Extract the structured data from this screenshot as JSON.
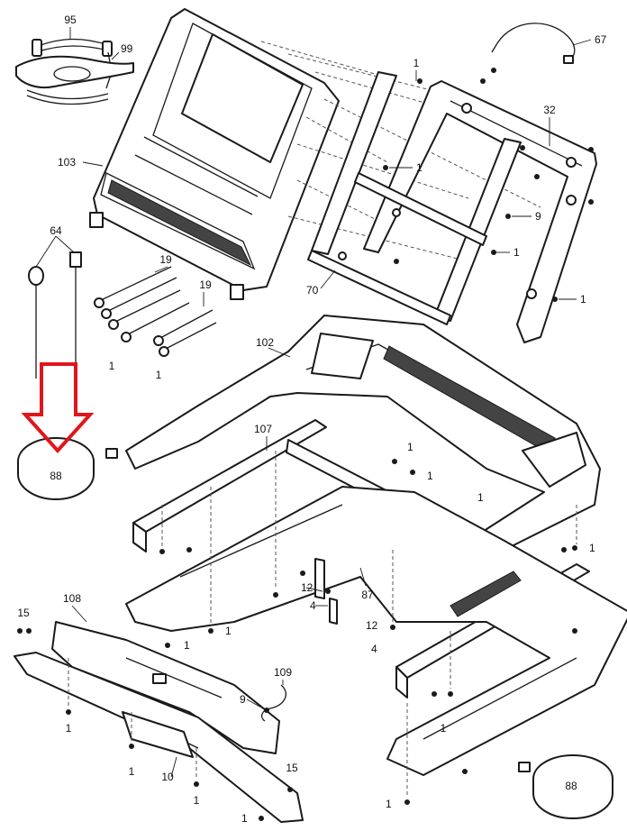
{
  "diagram": {
    "labels": {
      "p95": "95",
      "p99": "99",
      "p67": "67",
      "p1_top": "1",
      "p32": "32",
      "p103": "103",
      "p1_mid": "1",
      "p9_top": "9",
      "p1_r1": "1",
      "p1_r2": "1",
      "p64": "64",
      "p19_a": "19",
      "p19_b": "19",
      "p70": "70",
      "p1_l1": "1",
      "p1_l2": "1",
      "p102": "102",
      "p88_left": "88",
      "p107": "107",
      "p1_c1": "1",
      "p1_c2": "1",
      "p1_c3": "1",
      "p1_r3": "1",
      "p12_a": "12",
      "p4_a": "4",
      "p87": "87",
      "p108": "108",
      "p15_a": "15",
      "p1_b1": "1",
      "p1_b2": "1",
      "p12_b": "12",
      "p4_b": "4",
      "p109": "109",
      "p9_bot": "9",
      "p1_b3": "1",
      "p1_b4": "1",
      "p10": "10",
      "p15_b": "15",
      "p1_b5": "1",
      "p1_b6": "1",
      "p1_b7": "1",
      "p88_right": "88",
      "p1_b8": "1"
    },
    "colors": {
      "line": "#1a1a1a",
      "highlight_arrow": "#e0161b",
      "background": "#ffffff"
    }
  }
}
